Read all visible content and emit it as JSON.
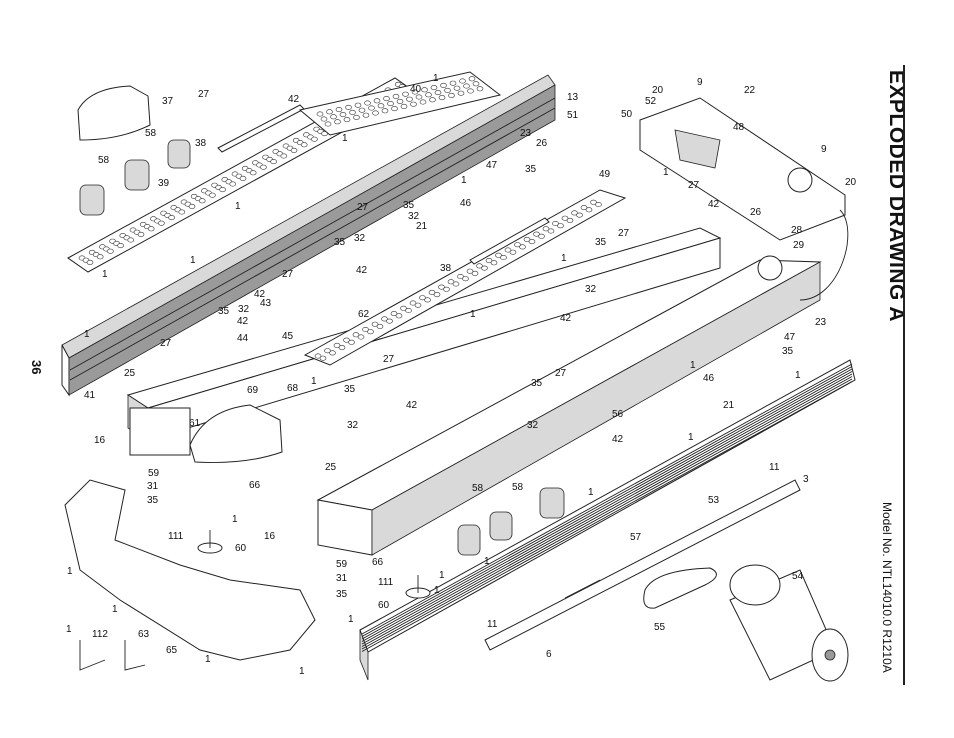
{
  "page": {
    "title": "EXPLODED DRAWING A",
    "model": "Model No. NTL14010.0 R1210A",
    "page_number": "36"
  },
  "callouts": [
    {
      "id": "c37",
      "text": "37"
    },
    {
      "id": "c27a",
      "text": "27"
    },
    {
      "id": "c42a",
      "text": "42"
    },
    {
      "id": "c1a",
      "text": "1"
    },
    {
      "id": "c40",
      "text": "40"
    },
    {
      "id": "c58a",
      "text": "58"
    },
    {
      "id": "c38a",
      "text": "38"
    },
    {
      "id": "c58b",
      "text": "58"
    },
    {
      "id": "c39",
      "text": "39"
    },
    {
      "id": "c1b",
      "text": "1"
    },
    {
      "id": "c1c",
      "text": "1"
    },
    {
      "id": "c1d",
      "text": "1"
    },
    {
      "id": "c1e",
      "text": "1"
    },
    {
      "id": "c27b",
      "text": "27"
    },
    {
      "id": "c35a",
      "text": "35"
    },
    {
      "id": "c32a",
      "text": "32"
    },
    {
      "id": "c21a",
      "text": "21"
    },
    {
      "id": "c46a",
      "text": "46"
    },
    {
      "id": "c1f",
      "text": "1"
    },
    {
      "id": "c35b",
      "text": "35"
    },
    {
      "id": "c32b",
      "text": "32"
    },
    {
      "id": "c27c",
      "text": "27"
    },
    {
      "id": "c42b",
      "text": "42"
    },
    {
      "id": "c42c",
      "text": "42"
    },
    {
      "id": "c43",
      "text": "43"
    },
    {
      "id": "c35c",
      "text": "35"
    },
    {
      "id": "c32c",
      "text": "32"
    },
    {
      "id": "c42d",
      "text": "42"
    },
    {
      "id": "c44",
      "text": "44"
    },
    {
      "id": "c27d",
      "text": "27"
    },
    {
      "id": "c45",
      "text": "45"
    },
    {
      "id": "c1g",
      "text": "1"
    },
    {
      "id": "c41",
      "text": "41"
    },
    {
      "id": "c25a",
      "text": "25"
    },
    {
      "id": "c13",
      "text": "13"
    },
    {
      "id": "c52",
      "text": "52"
    },
    {
      "id": "c51",
      "text": "51"
    },
    {
      "id": "c50",
      "text": "50"
    },
    {
      "id": "c20a",
      "text": "20"
    },
    {
      "id": "c9a",
      "text": "9"
    },
    {
      "id": "c22",
      "text": "22"
    },
    {
      "id": "c48",
      "text": "48"
    },
    {
      "id": "c23a",
      "text": "23"
    },
    {
      "id": "c26a",
      "text": "26"
    },
    {
      "id": "c47a",
      "text": "47"
    },
    {
      "id": "c35d",
      "text": "35"
    },
    {
      "id": "c49",
      "text": "49"
    },
    {
      "id": "c9b",
      "text": "9"
    },
    {
      "id": "c20b",
      "text": "20"
    },
    {
      "id": "c1h",
      "text": "1"
    },
    {
      "id": "c27e",
      "text": "27"
    },
    {
      "id": "c42e",
      "text": "42"
    },
    {
      "id": "c26b",
      "text": "26"
    },
    {
      "id": "c28",
      "text": "28"
    },
    {
      "id": "c29",
      "text": "29"
    },
    {
      "id": "c38b",
      "text": "38"
    },
    {
      "id": "c1i",
      "text": "1"
    },
    {
      "id": "c35e",
      "text": "35"
    },
    {
      "id": "c27f",
      "text": "27"
    },
    {
      "id": "c32d",
      "text": "32"
    },
    {
      "id": "c42f",
      "text": "42"
    },
    {
      "id": "c62",
      "text": "62"
    },
    {
      "id": "c1j",
      "text": "1"
    },
    {
      "id": "c23b",
      "text": "23"
    },
    {
      "id": "c47b",
      "text": "47"
    },
    {
      "id": "c35f",
      "text": "35"
    },
    {
      "id": "c1k",
      "text": "1"
    },
    {
      "id": "c46b",
      "text": "46"
    },
    {
      "id": "c1l",
      "text": "1"
    },
    {
      "id": "c21b",
      "text": "21"
    },
    {
      "id": "c69",
      "text": "69"
    },
    {
      "id": "c68",
      "text": "68"
    },
    {
      "id": "c1m",
      "text": "1"
    },
    {
      "id": "c35g",
      "text": "35"
    },
    {
      "id": "c27g",
      "text": "27"
    },
    {
      "id": "c61",
      "text": "61"
    },
    {
      "id": "c42g",
      "text": "42"
    },
    {
      "id": "c32e",
      "text": "32"
    },
    {
      "id": "c35h",
      "text": "35"
    },
    {
      "id": "c27h",
      "text": "27"
    },
    {
      "id": "c56",
      "text": "56"
    },
    {
      "id": "c32f",
      "text": "32"
    },
    {
      "id": "c42h",
      "text": "42"
    },
    {
      "id": "c1n",
      "text": "1"
    },
    {
      "id": "c16a",
      "text": "16"
    },
    {
      "id": "c25b",
      "text": "25"
    },
    {
      "id": "c59a",
      "text": "59"
    },
    {
      "id": "c31a",
      "text": "31"
    },
    {
      "id": "c66a",
      "text": "66"
    },
    {
      "id": "c35i",
      "text": "35"
    },
    {
      "id": "c1o",
      "text": "1"
    },
    {
      "id": "c111a",
      "text": "111"
    },
    {
      "id": "c60a",
      "text": "60"
    },
    {
      "id": "c16b",
      "text": "16"
    },
    {
      "id": "c58c",
      "text": "58"
    },
    {
      "id": "c58d",
      "text": "58"
    },
    {
      "id": "c1p",
      "text": "1"
    },
    {
      "id": "c11a",
      "text": "11"
    },
    {
      "id": "c3",
      "text": "3"
    },
    {
      "id": "c53",
      "text": "53"
    },
    {
      "id": "c57",
      "text": "57"
    },
    {
      "id": "c1q",
      "text": "1"
    },
    {
      "id": "c66b",
      "text": "66"
    },
    {
      "id": "c59b",
      "text": "59"
    },
    {
      "id": "c1r",
      "text": "1"
    },
    {
      "id": "c31b",
      "text": "31"
    },
    {
      "id": "c111b",
      "text": "111"
    },
    {
      "id": "c1s",
      "text": "1"
    },
    {
      "id": "c35j",
      "text": "35"
    },
    {
      "id": "c60b",
      "text": "60"
    },
    {
      "id": "c1t",
      "text": "1"
    },
    {
      "id": "c1u",
      "text": "1"
    },
    {
      "id": "c54",
      "text": "54"
    },
    {
      "id": "c55",
      "text": "55"
    },
    {
      "id": "c11b",
      "text": "11"
    },
    {
      "id": "c6",
      "text": "6"
    },
    {
      "id": "c1v",
      "text": "1"
    },
    {
      "id": "c112",
      "text": "112"
    },
    {
      "id": "c63",
      "text": "63"
    },
    {
      "id": "c65",
      "text": "65"
    },
    {
      "id": "c1w",
      "text": "1"
    },
    {
      "id": "c1x",
      "text": "1"
    },
    {
      "id": "c1y",
      "text": "1"
    }
  ]
}
